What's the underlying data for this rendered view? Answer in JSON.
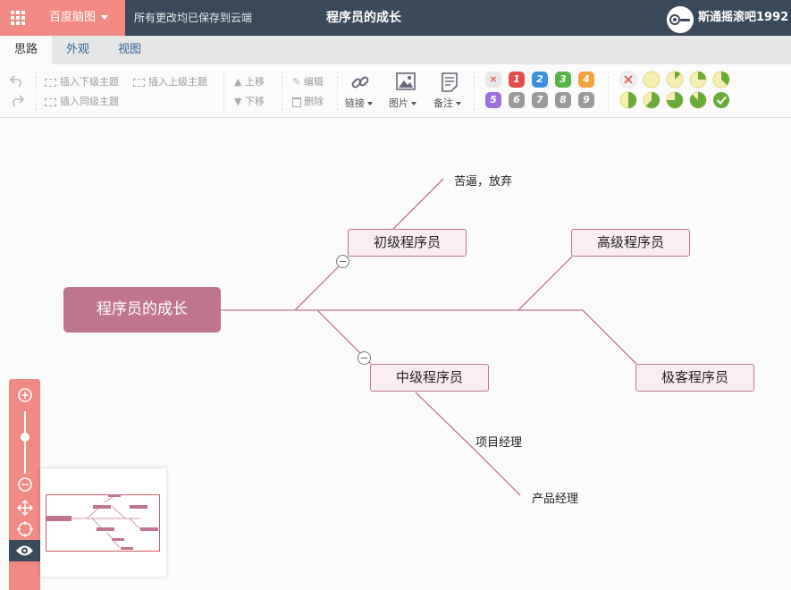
{
  "topbar": {
    "brand_menu": "百度脑图",
    "save_status": "所有更改均已保存到云端",
    "doc_title": "程序员的成长",
    "user_name": "斯通摇滚吧1992"
  },
  "tabs": [
    {
      "label": "思路",
      "active": true
    },
    {
      "label": "外观",
      "active": false
    },
    {
      "label": "视图",
      "active": false
    }
  ],
  "toolbar": {
    "insert_child": "插入下级主题",
    "insert_parent": "插入上级主题",
    "insert_sibling": "插入同级主题",
    "move_up": "上移",
    "move_down": "下移",
    "edit": "编辑",
    "delete": "删除",
    "link": "链接",
    "image": "图片",
    "note": "备注",
    "priorities": [
      {
        "label": "×",
        "color": "#e8e8e8"
      },
      {
        "label": "1",
        "color": "#e64b4b"
      },
      {
        "label": "2",
        "color": "#3c8fe0"
      },
      {
        "label": "3",
        "color": "#57b346"
      },
      {
        "label": "4",
        "color": "#f0a33a"
      },
      {
        "label": "5",
        "color": "#9a6fe0"
      },
      {
        "label": "6",
        "color": "#9a9a9a"
      },
      {
        "label": "7",
        "color": "#9a9a9a"
      },
      {
        "label": "8",
        "color": "#9a9a9a"
      },
      {
        "label": "9",
        "color": "#9a9a9a"
      }
    ],
    "progress_levels": [
      {
        "icon": "progress-clear-icon",
        "value": null
      },
      {
        "icon": "progress-0-icon",
        "value": 0
      },
      {
        "icon": "progress-1-icon",
        "value": 0.125
      },
      {
        "icon": "progress-2-icon",
        "value": 0.25
      },
      {
        "icon": "progress-3-icon",
        "value": 0.375
      },
      {
        "icon": "progress-4-icon",
        "value": 0.5
      },
      {
        "icon": "progress-5-icon",
        "value": 0.625
      },
      {
        "icon": "progress-6-icon",
        "value": 0.75
      },
      {
        "icon": "progress-7-icon",
        "value": 0.875
      },
      {
        "icon": "progress-done-icon",
        "value": 1
      }
    ]
  },
  "mindmap": {
    "root": "程序员的成长",
    "nodes": {
      "junior": "初级程序员",
      "senior": "高级程序员",
      "middle": "中级程序员",
      "geek": "极客程序员"
    },
    "subnodes": {
      "give_up": "苦逼，放弃",
      "project_manager": "项目经理",
      "product_manager": "产品经理"
    }
  },
  "colors": {
    "accent": "#f08a82",
    "topbar": "#3a4a5a",
    "node_main": "#c0758f",
    "node_fill": "#fbeef3"
  }
}
